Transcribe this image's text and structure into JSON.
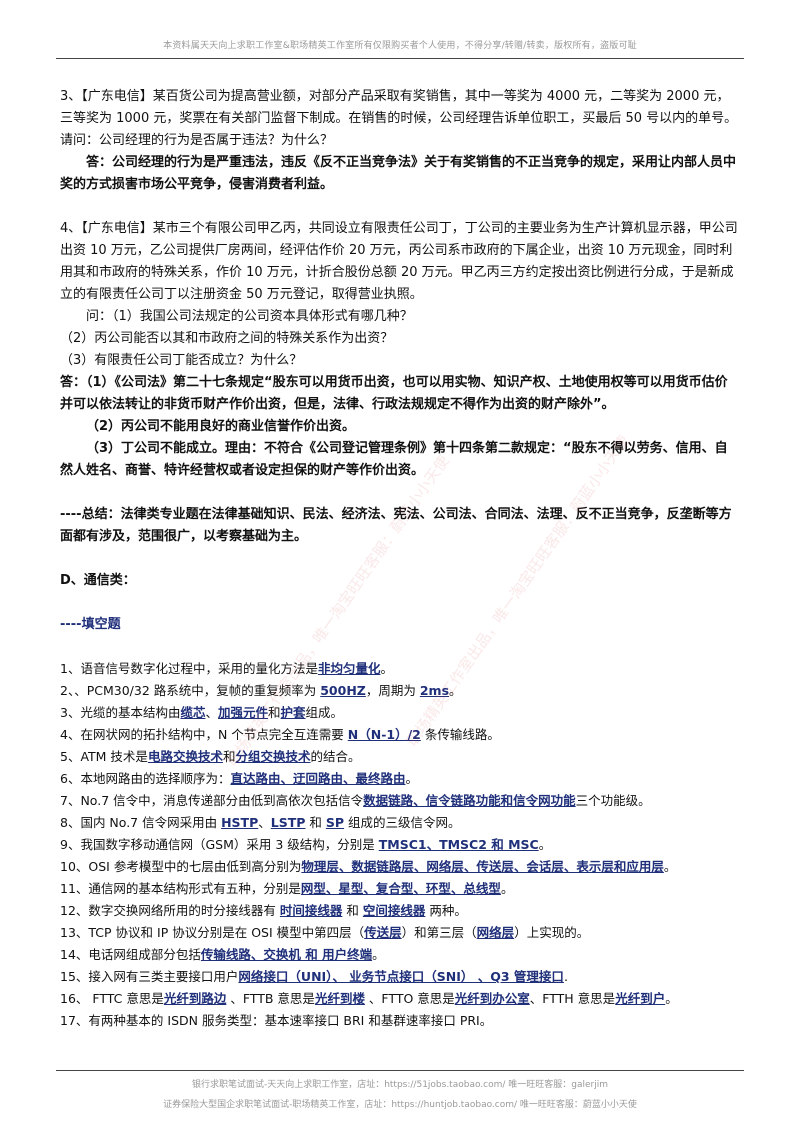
{
  "header": "本资料属天天向上求职工作室&职场精英工作室所有仅限购买者个人使用，不得分享/转赠/转卖，版权所有，盗版可耻",
  "footer": {
    "line1": "银行求职笔试面试-天天向上求职工作室，店址：https://51jobs.taobao.com/ 唯一旺旺客服：galerjim",
    "line2": "证券保险大型国企求职笔试面试-职场精英工作室，店址：https://huntjob.taobao.com/ 唯一旺旺客服：蔚蓝小小天使"
  },
  "watermark": "职场精英工作室出品，唯一淘宝旺旺客服：蔚蓝小小天使",
  "q3": {
    "question": "3、【广东电信】某百货公司为提高营业额，对部分产品采取有奖销售，其中一等奖为 4000 元，二等奖为 2000 元，三等奖为 1000 元，奖票在有关部门监督下制成。在销售的时候，公司经理告诉单位职工，买最后 50 号以内的单号。请问：公司经理的行为是否属于违法？为什么？",
    "answer": "答：公司经理的行为是严重违法，违反《反不正当竞争法》关于有奖销售的不正当竞争的规定，采用让内部人员中奖的方式损害市场公平竞争，侵害消费者利益。"
  },
  "q4": {
    "question": "4、【广东电信】某市三个有限公司甲乙丙，共同设立有限责任公司丁，丁公司的主要业务为生产计算机显示器，甲公司出资 10 万元，乙公司提供厂房两间，经评估作价 20 万元，丙公司系市政府的下属企业，出资 10 万元现金，同时利用其和市政府的特殊关系，作价 10 万元，计折合股份总额 20 万元。甲乙丙三方约定按出资比例进行分成，于是新成立的有限责任公司丁以注册资金 50 万元登记，取得营业执照。",
    "sub1": "问：（1）我国公司法规定的公司资本具体形式有哪几种？",
    "sub2": "（2）丙公司能否以其和市政府之间的特殊关系作为出资？",
    "sub3": "（3）有限责任公司丁能否成立？为什么？",
    "ans1": "答：（1）《公司法》第二十七条规定“股东可以用货币出资，也可以用实物、知识产权、土地使用权等可以用货币估价并可以依法转让的非货币财产作价出资，但是，法律、行政法规规定不得作为出资的财产除外”。",
    "ans2": "（2）丙公司不能用良好的商业信誉作价出资。",
    "ans3": "（3）丁公司不能成立。理由：不符合《公司登记管理条例》第十四条第二款规定：“股东不得以劳务、信用、自然人姓名、商誉、特许经营权或者设定担保的财产等作价出资。"
  },
  "summary": "----总结：法律类专业题在法律基础知识、民法、经济法、宪法、公司法、合同法、法理、反不正当竞争，反垄断等方面都有涉及，范围很广，以考察基础为主。",
  "section_d": "D、通信类：",
  "fill_title": "----填空题",
  "fill_items": [
    [
      {
        "t": "1、语音信号数字化过程中，采用的量化方法是"
      },
      {
        "t": "非均匀量化",
        "k": 1
      },
      {
        "t": "。"
      }
    ],
    [
      {
        "t": "2、、PCM30/32 路系统中，复帧的重复频率为 "
      },
      {
        "t": "500HZ",
        "k": 1
      },
      {
        "t": "，周期为 "
      },
      {
        "t": "2ms",
        "k": 1
      },
      {
        "t": "。"
      }
    ],
    [
      {
        "t": "3、光缆的基本结构由"
      },
      {
        "t": "缆芯",
        "k": 1
      },
      {
        "t": "、"
      },
      {
        "t": "加强元件",
        "k": 1
      },
      {
        "t": "和"
      },
      {
        "t": "护套",
        "k": 1
      },
      {
        "t": "组成。"
      }
    ],
    [
      {
        "t": "4、在网状网的拓扑结构中，N 个节点完全互连需要 "
      },
      {
        "t": "N（N-1）/2",
        "k": 1
      },
      {
        "t": " 条传输线路。"
      }
    ],
    [
      {
        "t": "5、ATM 技术是"
      },
      {
        "t": "电路交换技术",
        "k": 1
      },
      {
        "t": "和"
      },
      {
        "t": "分组交换技术",
        "k": 1
      },
      {
        "t": "的结合。"
      }
    ],
    [
      {
        "t": "6、本地网路由的选择顺序为："
      },
      {
        "t": "直达路由、迂回路由、最终路由",
        "k": 1
      },
      {
        "t": "。"
      }
    ],
    [
      {
        "t": "7、No.7 信令中，消息传递部分由低到高依次包括信令"
      },
      {
        "t": "数据链路、信令链路功能和信令网功能",
        "k": 1
      },
      {
        "t": "三个功能级。"
      }
    ],
    [
      {
        "t": "8、国内 No.7 信令网采用由 "
      },
      {
        "t": "HSTP",
        "k": 1
      },
      {
        "t": "、"
      },
      {
        "t": "LSTP",
        "k": 1
      },
      {
        "t": " 和 "
      },
      {
        "t": "SP",
        "k": 1
      },
      {
        "t": " 组成的三级信令网。"
      }
    ],
    [
      {
        "t": "9、我国数字移动通信网（GSM）采用 3 级结构，分别是 "
      },
      {
        "t": "TMSC1、TMSC2 和 MSC",
        "k": 1
      },
      {
        "t": "。"
      }
    ],
    [
      {
        "t": "10、OSI 参考模型中的七层由低到高分别为"
      },
      {
        "t": "物理层、数据链路层、网络层、传送层、会话层、表示层和应用层",
        "k": 1
      },
      {
        "t": "。"
      }
    ],
    [
      {
        "t": "11、通信网的基本结构形式有五种，分别是"
      },
      {
        "t": "网型、星型、复合型、环型、总线型",
        "k": 1
      },
      {
        "t": "。"
      }
    ],
    [
      {
        "t": "12、数字交换网络所用的时分接线器有 "
      },
      {
        "t": "时间接线器",
        "k": 1
      },
      {
        "t": " 和 "
      },
      {
        "t": "空间接线器",
        "k": 1
      },
      {
        "t": " 两种。"
      }
    ],
    [
      {
        "t": "13、TCP 协议和 IP 协议分别是在 OSI 模型中第四层（"
      },
      {
        "t": "传送层",
        "k": 1
      },
      {
        "t": "）和第三层（"
      },
      {
        "t": "网络层",
        "k": 1
      },
      {
        "t": "）上实现的。"
      }
    ],
    [
      {
        "t": "14、电话网组成部分包括"
      },
      {
        "t": "传输线路、交换机 和 用户终端",
        "k": 1
      },
      {
        "t": "。"
      }
    ],
    [
      {
        "t": "15、接入网有三类主要接口用户"
      },
      {
        "t": "网络接口（UNI）、 业务节点接口（SNI）  、Q3 管理接口",
        "k": 1
      },
      {
        "t": "."
      }
    ],
    [
      {
        "t": "16、  FTTC 意思是"
      },
      {
        "t": "光纤到路边",
        "k": 1
      },
      {
        "t": " 、FTTB 意思是"
      },
      {
        "t": "光纤到楼",
        "k": 1
      },
      {
        "t": " 、FTTO 意思是"
      },
      {
        "t": "光纤到办公室",
        "k": 1
      },
      {
        "t": "、FTTH 意思是"
      },
      {
        "t": "光纤到户",
        "k": 1
      },
      {
        "t": "。"
      }
    ],
    [
      {
        "t": "17、有两种基本的 ISDN 服务类型：基本速率接口 BRI 和基群速率接口 PRI。"
      }
    ]
  ]
}
